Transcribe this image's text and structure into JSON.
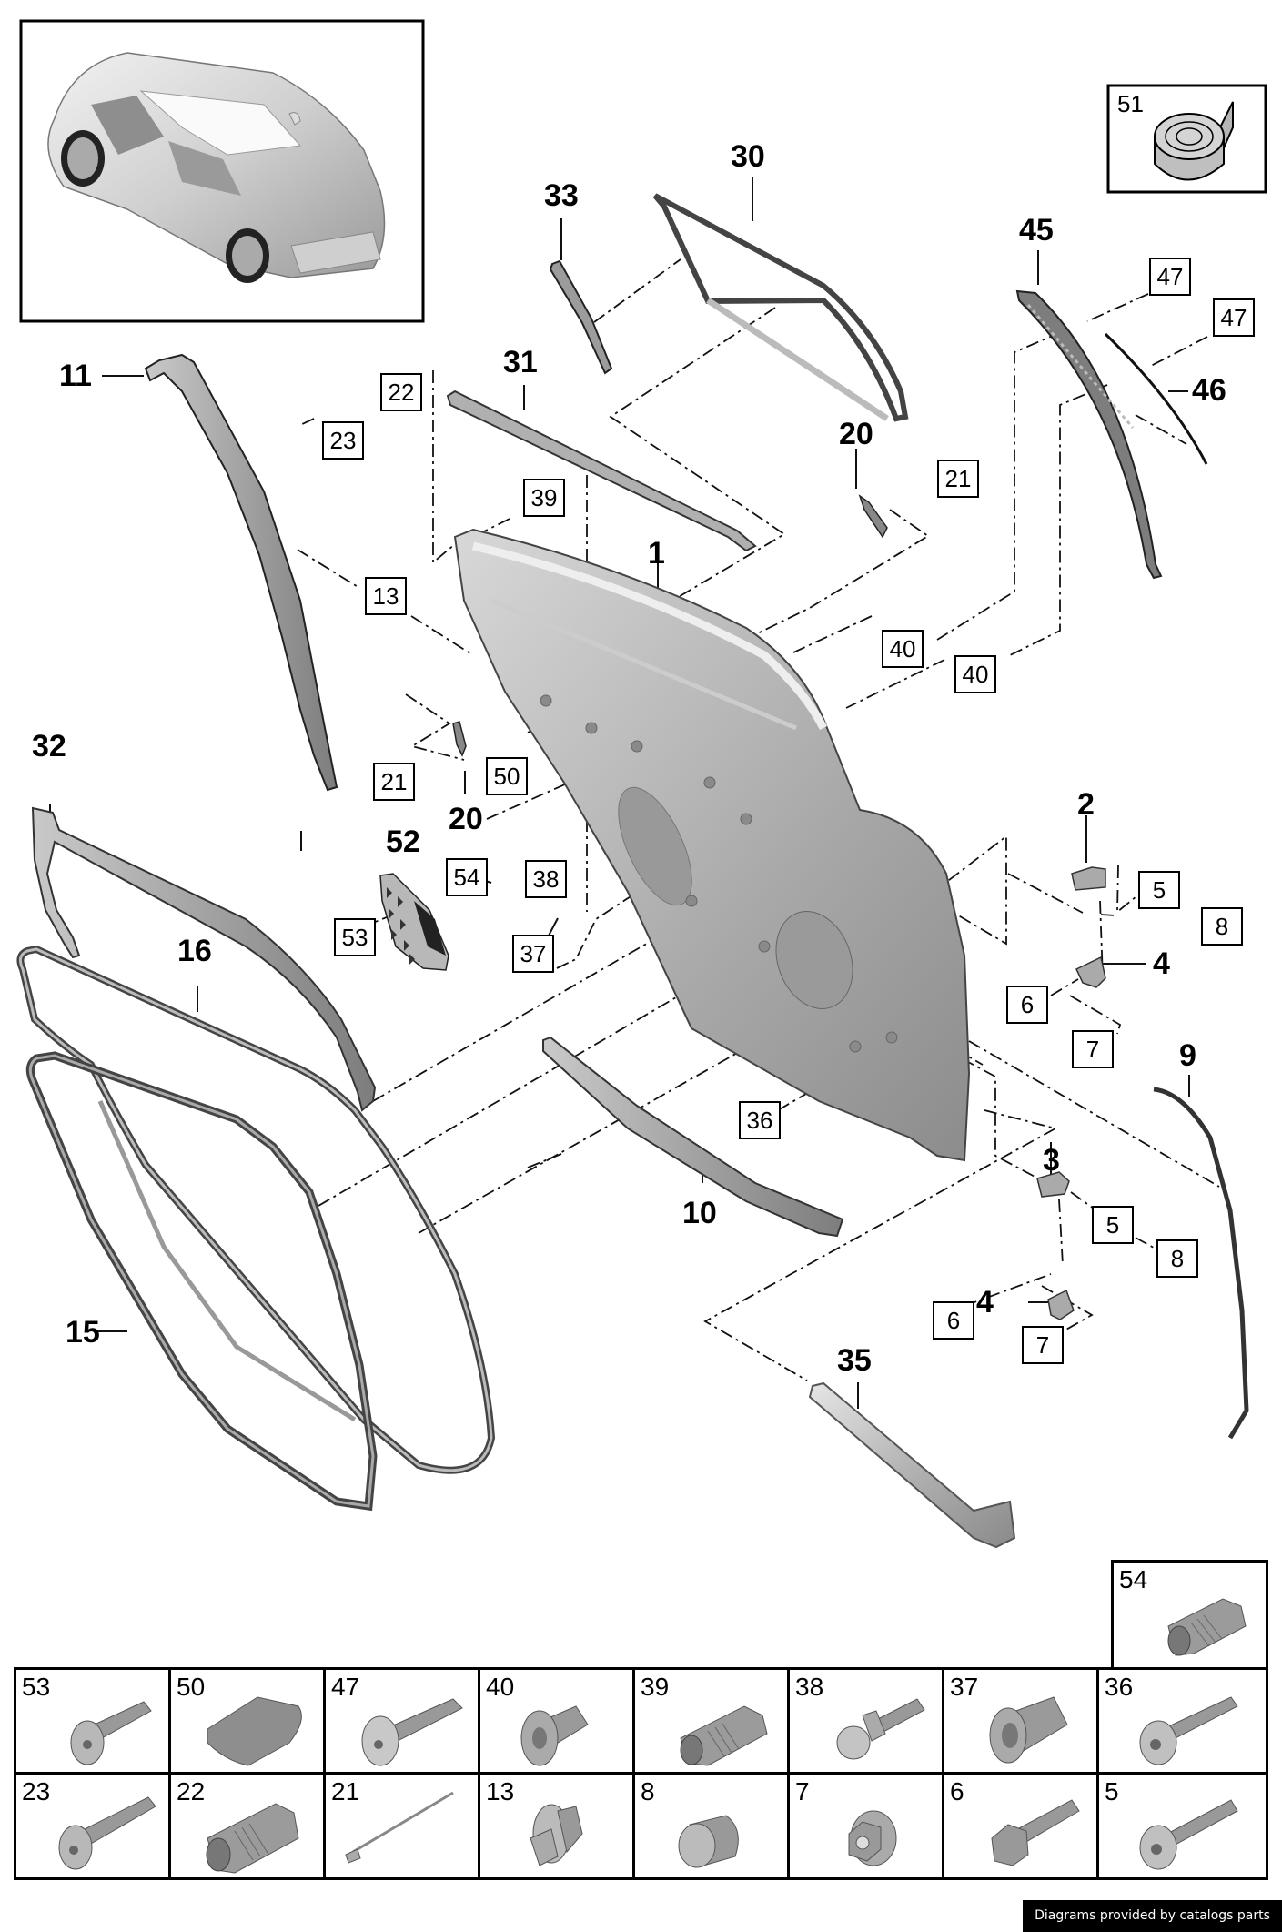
{
  "overview": {
    "subject": "car-overview-icon"
  },
  "tape_box": {
    "number": "51",
    "icon": "adhesive-tape-roll-icon"
  },
  "callouts": {
    "c1": "1",
    "c2": "2",
    "c3": "3",
    "c4a": "4",
    "c4b": "4",
    "c9": "9",
    "c10": "10",
    "c11": "11",
    "c15": "15",
    "c16": "16",
    "c20a": "20",
    "c20b": "20",
    "c30": "30",
    "c31": "31",
    "c32": "32",
    "c33": "33",
    "c35": "35",
    "c45": "45",
    "c46": "46",
    "c52": "52"
  },
  "boxed_refs": {
    "b22": "22",
    "b23": "23",
    "b39": "39",
    "b13": "13",
    "b21a": "21",
    "b21b": "21",
    "b47a": "47",
    "b47b": "47",
    "b40a": "40",
    "b40b": "40",
    "b50": "50",
    "b54": "54",
    "b38": "38",
    "b37": "37",
    "b53": "53",
    "b5a": "5",
    "b8a": "8",
    "b6a": "6",
    "b7a": "7",
    "b36": "36",
    "b5b": "5",
    "b8b": "8",
    "b6b": "6",
    "b7b": "7"
  },
  "parts_grid": {
    "extra_cell": {
      "number": "54",
      "icon": "splined-rivet-nut-icon"
    },
    "row1": [
      {
        "number": "53",
        "icon": "flange-torx-bolt-icon"
      },
      {
        "number": "50",
        "icon": "rubber-pad-icon"
      },
      {
        "number": "47",
        "icon": "pan-head-torx-bolt-icon"
      },
      {
        "number": "40",
        "icon": "flanged-bushing-icon"
      },
      {
        "number": "39",
        "icon": "splined-rivet-nut-icon"
      },
      {
        "number": "38",
        "icon": "ball-stud-icon"
      },
      {
        "number": "37",
        "icon": "flanged-sleeve-icon"
      },
      {
        "number": "36",
        "icon": "torx-flange-bolt-icon"
      }
    ],
    "row2": [
      {
        "number": "23",
        "icon": "flange-torx-bolt-icon"
      },
      {
        "number": "22",
        "icon": "splined-rivet-nut-icon"
      },
      {
        "number": "21",
        "icon": "blind-rivet-icon"
      },
      {
        "number": "13",
        "icon": "expanding-clip-nut-icon"
      },
      {
        "number": "8",
        "icon": "cap-icon"
      },
      {
        "number": "7",
        "icon": "flange-nut-icon"
      },
      {
        "number": "6",
        "icon": "hex-flange-bolt-icon"
      },
      {
        "number": "5",
        "icon": "torx-flange-bolt-icon"
      }
    ]
  },
  "footer": {
    "credit": "Diagrams provided by catalogs parts"
  }
}
